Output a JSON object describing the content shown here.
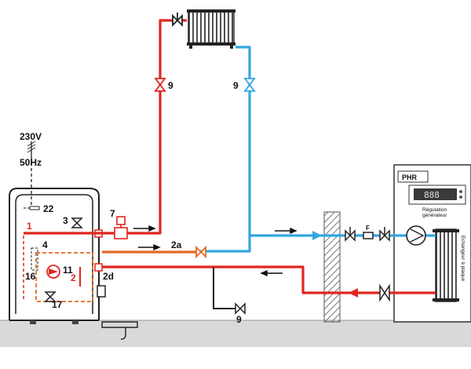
{
  "colors": {
    "hot": "#e0261f",
    "cold": "#33a6df",
    "mixed": "#e26b22",
    "black": "#111111",
    "hatch": "#777777",
    "ground": "#d9d9d9"
  },
  "supply_label": "230V",
  "frequency_label": "50Hz",
  "phr": {
    "title": "PHR",
    "display": "888",
    "regulation_line1": "Régulation",
    "regulation_line2": "générateur",
    "exchanger": "Echangeur à plaque"
  },
  "filter_label": "F",
  "labels": {
    "n9_left": "9",
    "n9_right": "9",
    "n9_bottom": "9",
    "n7": "7",
    "n22": "22",
    "n3": "3",
    "n1": "1",
    "n4": "4",
    "n16": "16",
    "n11": "11",
    "n2": "2",
    "n2d": "2d",
    "n2a": "2a",
    "n17": "17"
  },
  "icons": [
    "radiator-icon",
    "valve-icon",
    "pump-icon",
    "arrow-icon",
    "electric-ground-icon",
    "filter-icon",
    "display-icon"
  ]
}
